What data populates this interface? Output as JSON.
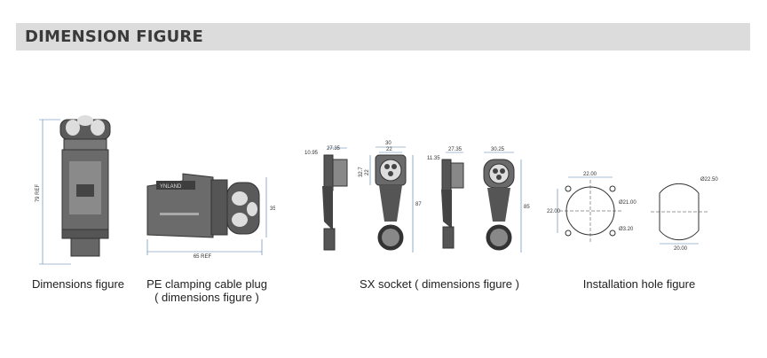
{
  "header": {
    "title": "DIMENSION FIGURE"
  },
  "figures": {
    "plug_vertical": {
      "caption": "Dimensions figure",
      "dims": {
        "height": "79 REF"
      }
    },
    "pe_plug": {
      "caption_line1": "PE clamping cable plug",
      "caption_line2": "( dimensions figure )",
      "dims": {
        "length": "65 REF",
        "height": "35"
      },
      "brand_text": "YNLAND"
    },
    "sx_socket": {
      "caption": "SX socket  ( dimensions figure )",
      "left_dims": {
        "a": "10.95",
        "b": "27.35",
        "c": "30",
        "d": "22",
        "e": "32.7",
        "f": "22",
        "g": "87"
      },
      "right_dims": {
        "a": "11.35",
        "b": "27.35",
        "c": "30.25",
        "d": "85"
      }
    },
    "install_hole": {
      "caption": "Installation hole figure",
      "left_dims": {
        "width": "22.00",
        "height": "22.00",
        "center": "Ø21.00",
        "screw": "Ø3.20"
      },
      "right_dims": {
        "diameter": "Ø22.50",
        "flat": "20.00"
      }
    }
  },
  "colors": {
    "banner": "#dcdcdc",
    "dim_line": "#4a7aa8",
    "part_fill": "#5a5a5a"
  }
}
